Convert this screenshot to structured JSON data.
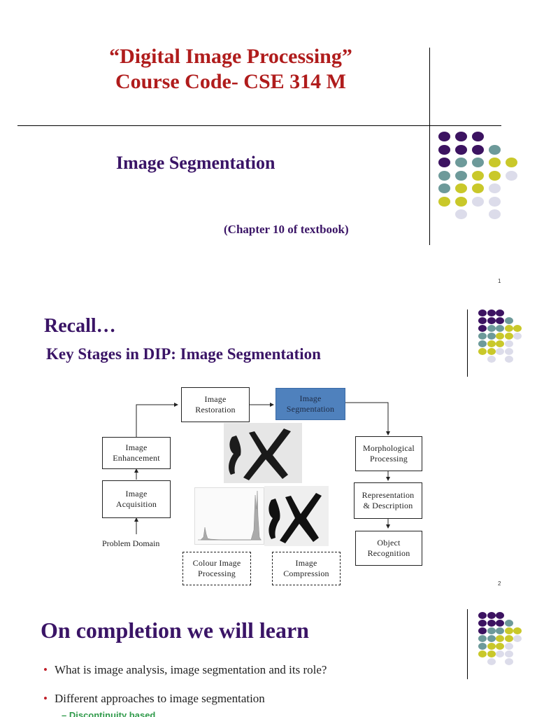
{
  "colors": {
    "title_red": "#b01c1c",
    "heading_purple": "#3a1466",
    "dot_purple": "#3c1361",
    "dot_teal": "#6d9a9a",
    "dot_yellow": "#c9c82a",
    "dot_lavender": "#dcdcea",
    "box_blue": "#4f81bd",
    "bullet_red": "#c0202a",
    "subbullet_green": "#2f9a4a"
  },
  "slide1": {
    "title_line1": "“Digital Image Processing”",
    "title_line2": "Course Code- CSE 314 M",
    "subtitle": "Image Segmentation",
    "chapter": "(Chapter 10 of textbook)",
    "page": "1"
  },
  "slide2": {
    "recall": "Recall…",
    "heading": "Key Stages in DIP: Image Segmentation",
    "boxes": {
      "restoration": [
        "Image",
        "Restoration"
      ],
      "segmentation": [
        "Image",
        "Segmentation"
      ],
      "enhancement": [
        "Image",
        "Enhancement"
      ],
      "acquisition": [
        "Image",
        "Acquisition"
      ],
      "morphological": [
        "Morphological",
        "Processing"
      ],
      "representation": [
        "Representation",
        "& Description"
      ],
      "recognition": [
        "Object",
        "Recognition"
      ],
      "colour": [
        "Colour Image",
        "Processing"
      ],
      "compression": [
        "Image",
        "Compression"
      ]
    },
    "problem_domain": "Problem Domain",
    "page": "2"
  },
  "slide3": {
    "heading": "On completion we will learn",
    "bullets": [
      "What is image analysis, image segmentation and its role?",
      "Different approaches to image segmentation"
    ],
    "subbullets": [
      "Discontinuity based"
    ]
  }
}
